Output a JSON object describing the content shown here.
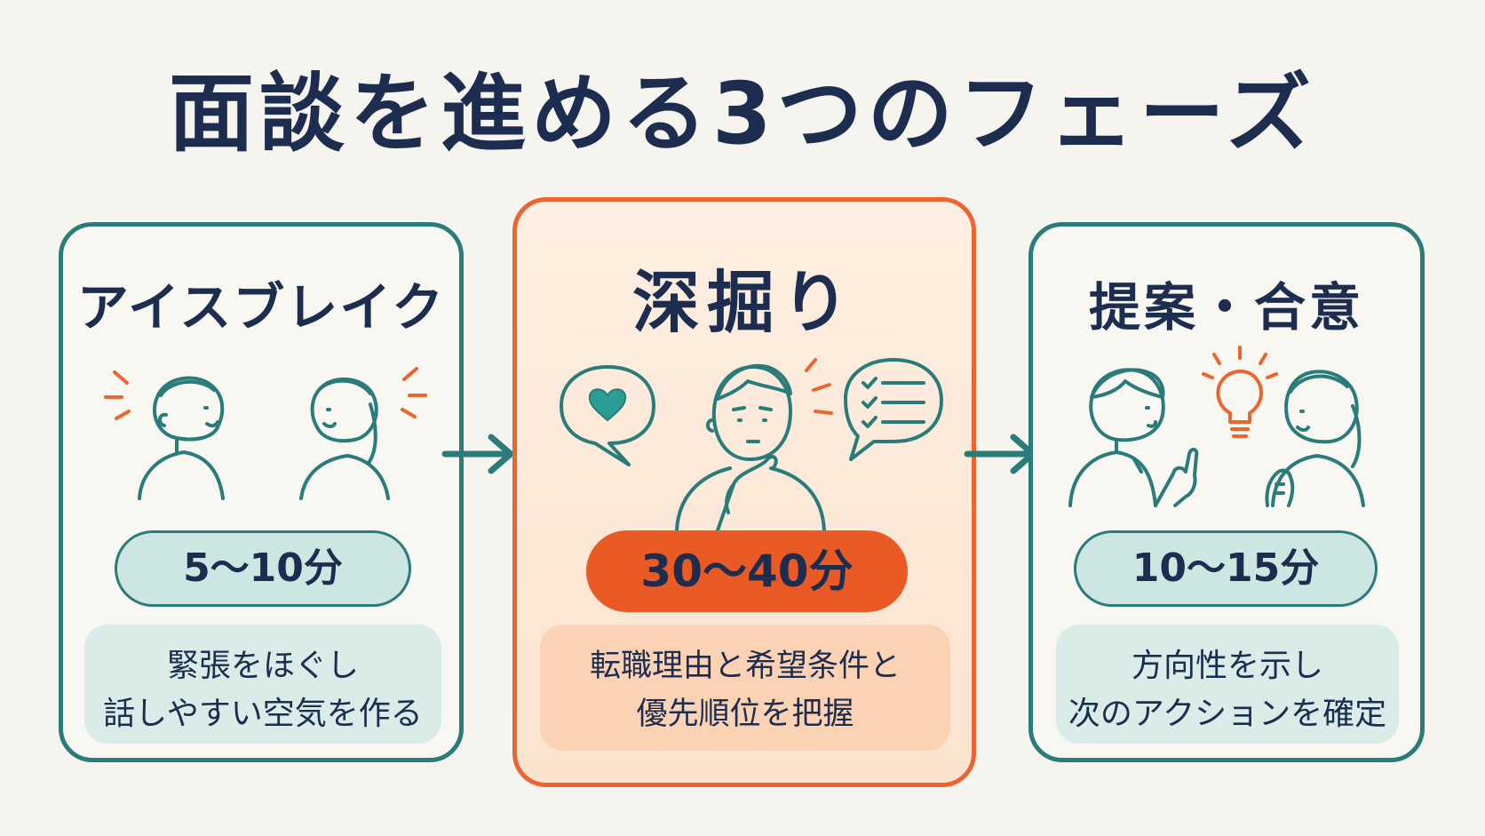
{
  "title": "面談を進める3つのフェーズ",
  "phases": [
    {
      "name": "アイスブレイク",
      "duration": "5〜10分",
      "description_line1": "緊張をほぐし",
      "description_line2": "話しやすい空気を作る",
      "icon": "two-people-talking-icon"
    },
    {
      "name": "深掘り",
      "duration": "30〜40分",
      "description_line1": "転職理由と希望条件と",
      "description_line2": "優先順位を把握",
      "icon": "thinking-person-with-speech-bubbles-icon"
    },
    {
      "name": "提案・合意",
      "duration": "10〜15分",
      "description_line1": "方向性を示し",
      "description_line2": "次のアクションを確定",
      "icon": "two-people-agreeing-lightbulb-icon"
    }
  ],
  "colors": {
    "background": "#f6f4ee",
    "teal": "#2a7c7a",
    "orange": "#ec6530",
    "navy": "#1d2d4f",
    "teal_light": "#d9ece8",
    "orange_light": "#fbd3b4"
  }
}
